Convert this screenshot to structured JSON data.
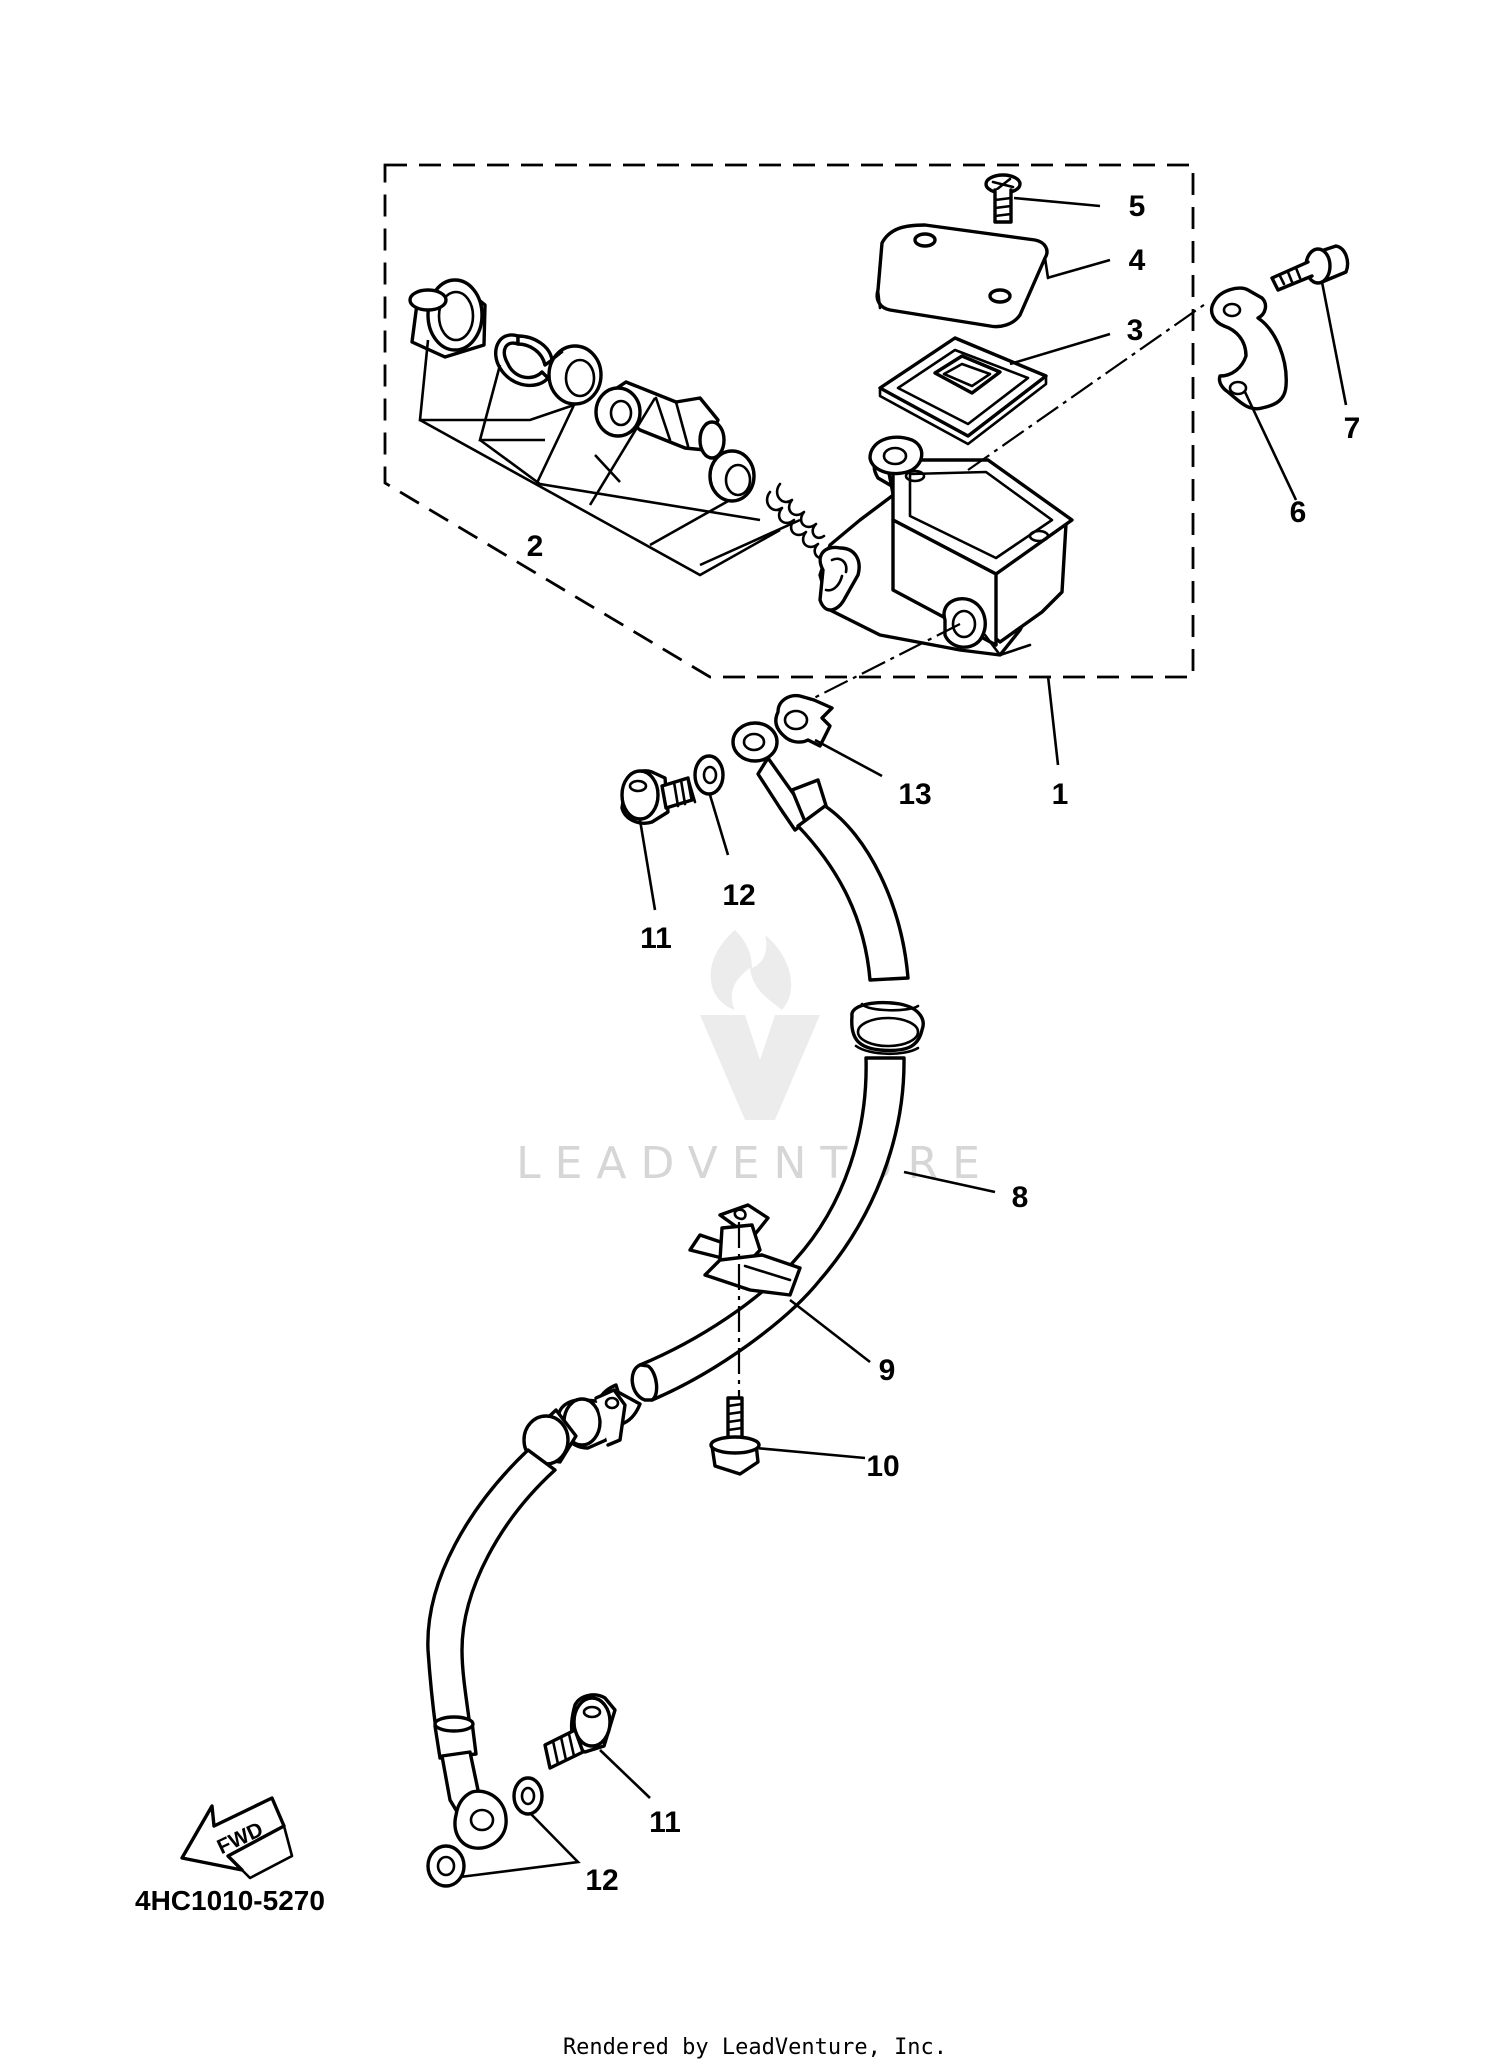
{
  "diagram": {
    "part_number_code": "4HC1010-5270",
    "footer_credit": "Rendered by LeadVenture, Inc.",
    "watermark_text": "LEADVENTURE",
    "forward_arrow_label": "FWD",
    "callouts": {
      "c1": "1",
      "c2": "2",
      "c3": "3",
      "c4": "4",
      "c5": "5",
      "c6": "6",
      "c7": "7",
      "c8": "8",
      "c9": "9",
      "c10": "10",
      "c11a": "11",
      "c11b": "11",
      "c12a": "12",
      "c12b": "12",
      "c13": "13"
    }
  }
}
